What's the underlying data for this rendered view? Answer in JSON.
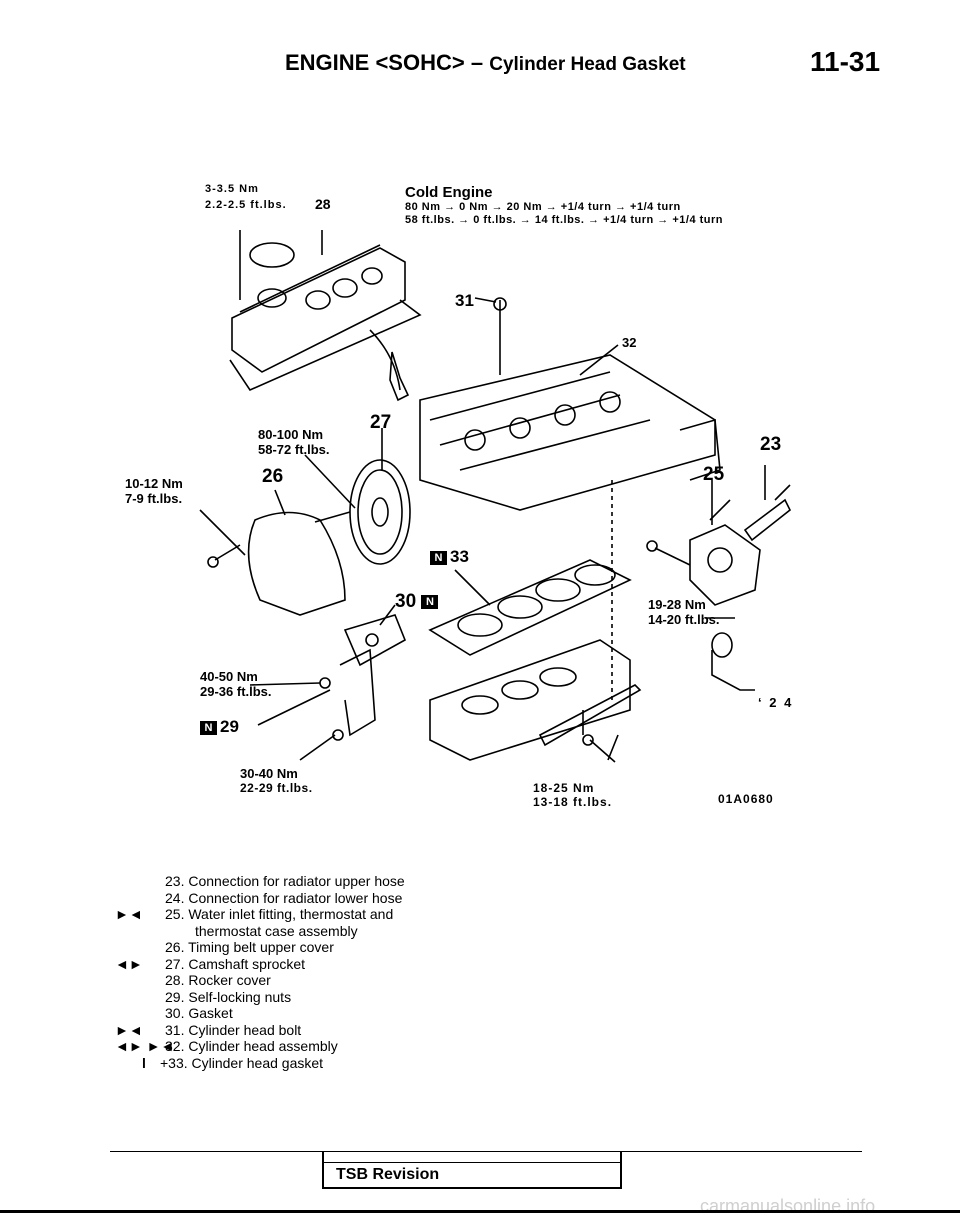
{
  "header": {
    "title_main": "ENGINE <SOHC>",
    "title_dash": "–",
    "title_sub": "Cylinder Head Gasket",
    "page_number": "11-31"
  },
  "diagram": {
    "torque_rocker_nm": "3-3.5 Nm",
    "torque_rocker_ft": "2.2-2.5 ft.lbs.",
    "callout_28": "28",
    "cold_engine_title": "Cold Engine",
    "cold_engine_line1": "80 Nm → 0 Nm → 20 Nm → +1/4 turn → +1/4 turn",
    "cold_engine_line2": "58 ft.lbs. → 0 ft.lbs. → 14 ft.lbs. → +1/4 turn → +1/4 turn",
    "callout_31": "31",
    "callout_32": "32",
    "torque_sprocket_nm": "80-100 Nm",
    "torque_sprocket_ft": "58-72 ft.lbs.",
    "callout_27": "27",
    "callout_23": "23",
    "torque_cover_nm": "10-12 Nm",
    "torque_cover_ft": "7-9 ft.lbs.",
    "callout_26": "26",
    "callout_25": "25",
    "callout_33": "33",
    "callout_30": "30",
    "torque_inlet_nm": "19-28 Nm",
    "torque_inlet_ft": "14-20 ft.lbs.",
    "torque_nut_nm": "40-50 Nm",
    "torque_nut_ft": "29-36 ft.lbs.",
    "callout_24": "‘ 2 4",
    "callout_29": "29",
    "torque_lower_nm": "30-40 Nm",
    "torque_lower_ft": "22-29 ft.lbs.",
    "torque_bracket_nm": "18-25 Nm",
    "torque_bracket_ft": "13-18 ft.lbs.",
    "figure_code": "01A0680",
    "new_part_mark": "N"
  },
  "legend": [
    {
      "mark": "",
      "text": "23. Connection for radiator upper hose"
    },
    {
      "mark": "",
      "text": "24. Connection for radiator lower hose"
    },
    {
      "mark": "►◄",
      "text": "25. Water inlet fitting, thermostat and"
    },
    {
      "mark": "",
      "text": "thermostat case assembly"
    },
    {
      "mark": "",
      "text": "26. Timing belt upper cover"
    },
    {
      "mark": "◄►",
      "text": "27. Camshaft sprocket"
    },
    {
      "mark": "",
      "text": "28. Rocker cover"
    },
    {
      "mark": "",
      "text": "29. Self-locking nuts"
    },
    {
      "mark": "",
      "text": "30. Gasket"
    },
    {
      "mark": "►◄",
      "text": "31. Cylinder head bolt"
    },
    {
      "mark": "◄► ►◄",
      "text": "32. Cylinder head assembly"
    },
    {
      "mark": "l",
      "text": "+33. Cylinder head gasket"
    }
  ],
  "footer": {
    "tsb_label": "TSB Revision",
    "watermark": "carmanualsonline.info"
  }
}
